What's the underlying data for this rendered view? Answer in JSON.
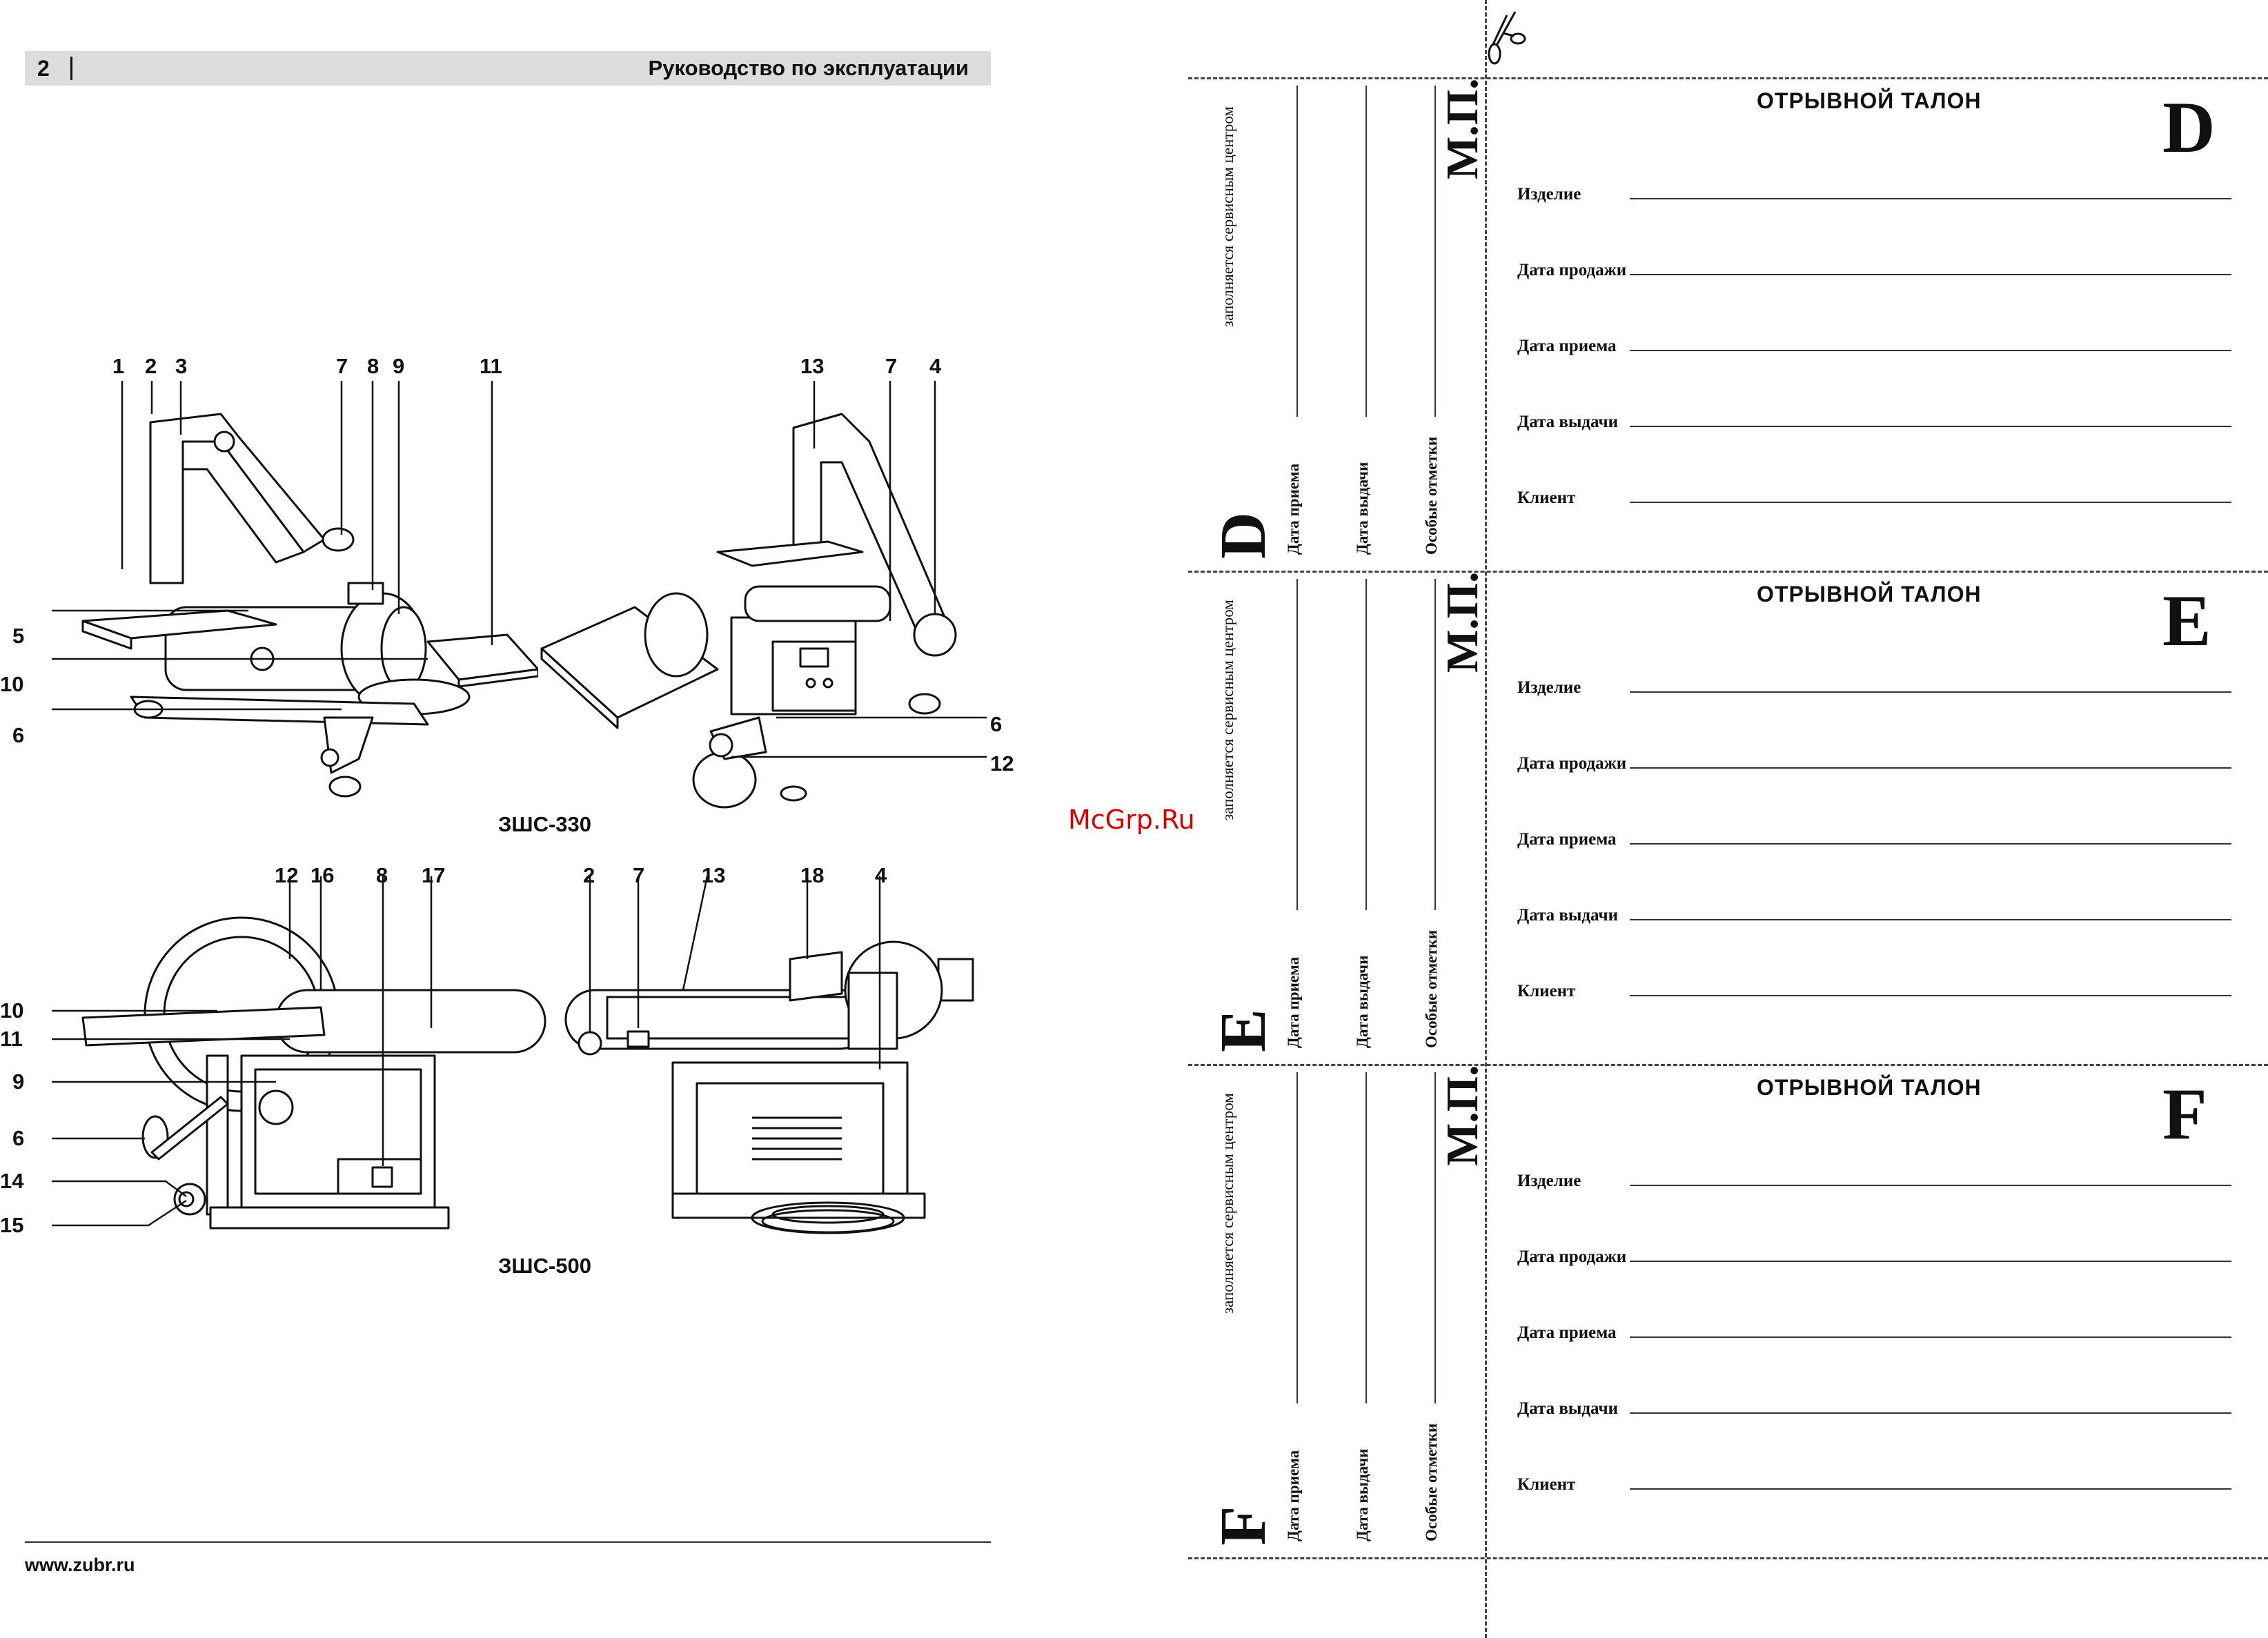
{
  "header": {
    "page_number": "2",
    "title": "Руководство по эксплуатации"
  },
  "footer": {
    "url": "www.zubr.ru"
  },
  "watermark": "McGrp.Ru",
  "figures": {
    "zshs330": {
      "model": "ЗШС-330",
      "left_view": {
        "top_callouts": [
          "1",
          "2",
          "3",
          "7",
          "8",
          "9",
          "11"
        ],
        "side_callouts": [
          "5",
          "10",
          "6"
        ]
      },
      "right_view": {
        "top_callouts": [
          "13",
          "7",
          "4"
        ],
        "side_callouts": [
          "6",
          "12"
        ]
      }
    },
    "zshs500": {
      "model": "ЗШС-500",
      "left_view": {
        "top_callouts": [
          "12",
          "16",
          "8",
          "17"
        ],
        "side_callouts": [
          "10",
          "11",
          "9",
          "6",
          "14",
          "15"
        ]
      },
      "right_view": {
        "top_callouts": [
          "2",
          "7",
          "13",
          "18",
          "4"
        ]
      }
    }
  },
  "coupons": [
    {
      "letter": "D",
      "title": "ОТРЫВНОЙ ТАЛОН",
      "fields": [
        "Изделие",
        "Дата продажи",
        "Дата приема",
        "Дата выдачи",
        "Клиент"
      ],
      "stub": {
        "service_note": "заполняется сервисным центром",
        "received": "Дата приема",
        "issued": "Дата выдачи",
        "notes": "Особые отметки",
        "stamp": "М.П."
      }
    },
    {
      "letter": "E",
      "title": "ОТРЫВНОЙ ТАЛОН",
      "fields": [
        "Изделие",
        "Дата продажи",
        "Дата приема",
        "Дата выдачи",
        "Клиент"
      ],
      "stub": {
        "service_note": "заполняется сервисным центром",
        "received": "Дата приема",
        "issued": "Дата выдачи",
        "notes": "Особые отметки",
        "stamp": "М.П."
      }
    },
    {
      "letter": "F",
      "title": "ОТРЫВНОЙ ТАЛОН",
      "fields": [
        "Изделие",
        "Дата продажи",
        "Дата приема",
        "Дата выдачи",
        "Клиент"
      ],
      "stub": {
        "service_note": "заполняется сервисным центром",
        "received": "Дата приема",
        "issued": "Дата выдачи",
        "notes": "Особые отметки",
        "stamp": "М.П."
      }
    }
  ]
}
